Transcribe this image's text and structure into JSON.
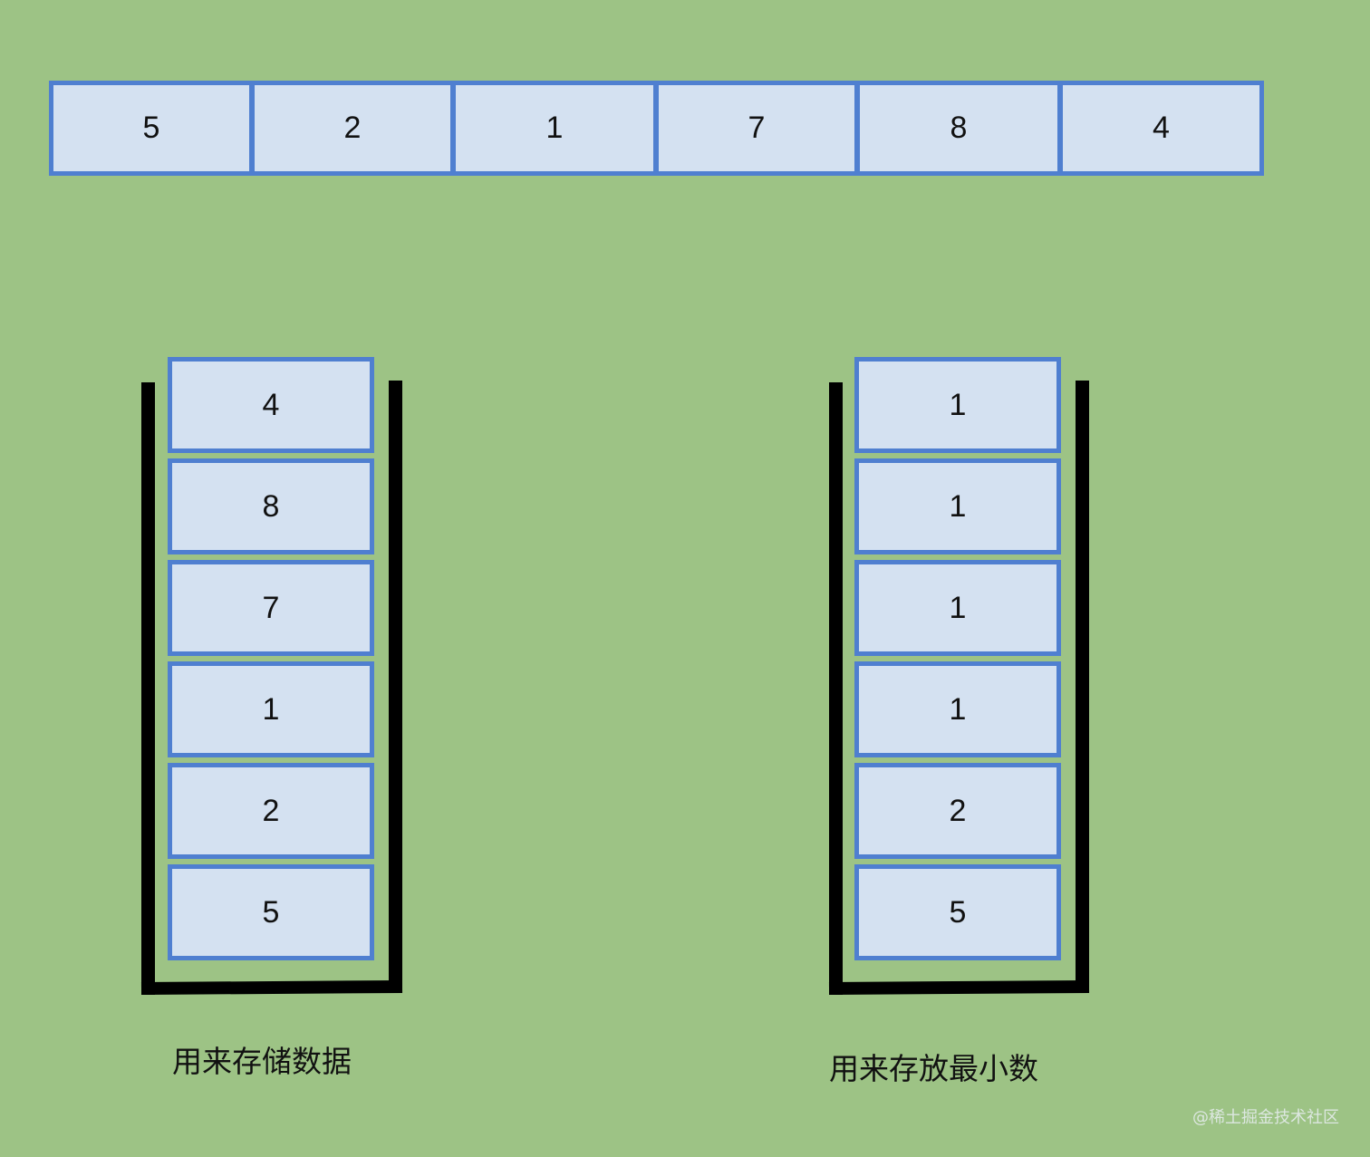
{
  "array": {
    "values": [
      "5",
      "2",
      "1",
      "7",
      "8",
      "4"
    ]
  },
  "data_stack": {
    "values_top_to_bottom": [
      "4",
      "8",
      "7",
      "1",
      "2",
      "5"
    ],
    "caption": "用来存储数据"
  },
  "min_stack": {
    "values_top_to_bottom": [
      "1",
      "1",
      "1",
      "1",
      "2",
      "5"
    ],
    "caption": "用来存放最小数"
  },
  "watermark": "@稀土掘金技术社区",
  "colors": {
    "background": "#9dc385",
    "cell_fill": "#d4e1f1",
    "cell_border": "#4f7fd0",
    "stack_wall": "#000000"
  }
}
